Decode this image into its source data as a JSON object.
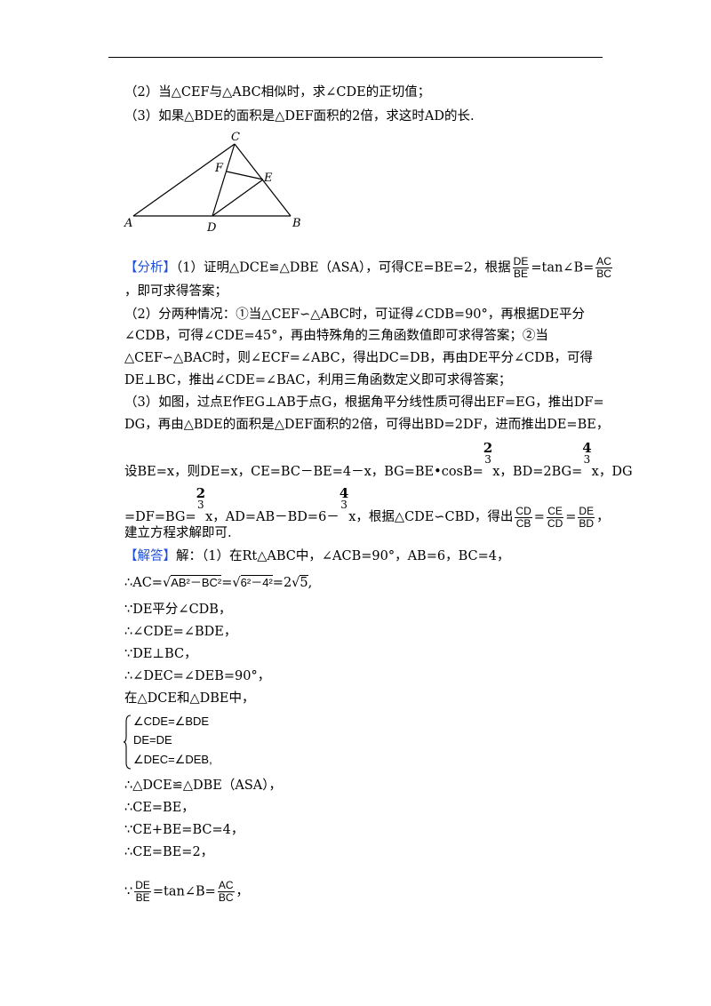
{
  "q2": "（2）当△CEF与△ABC相似时，求∠CDE的正切值；",
  "q3": "（3）如果△BDE的面积是△DEF面积的2倍，求这时AD的长.",
  "figure": {
    "labels": {
      "C": "C",
      "F": "F",
      "E": "E",
      "A": "A",
      "D": "D",
      "B": "B"
    }
  },
  "analysis": {
    "tag": "【分析】",
    "p1_a": "（1）证明△DCE≌△DBE（ASA），可得CE=BE=2，根据",
    "p1_frac1_num": "DE",
    "p1_frac1_den": "BE",
    "p1_mid": "=tan∠B=",
    "p1_frac2_num": "AC",
    "p1_frac2_den": "BC",
    "p1_b": "，即可求得答案；",
    "p2_l1": "（2）分两种情况：①当△CEF∽△ABC时，可证得∠CDB=90°，再根据DE平分",
    "p2_l2": "∠CDB，可得∠CDE=45°，再由特殊角的三角函数值即可求得答案；②当",
    "p2_l3": "△CEF∽△BAC时，则∠ECF=∠ABC，得出DC=DB，再由DE平分∠CDB，可得",
    "p2_l4": "DE⊥BC，推出∠CDE=∠BAC，利用三角函数定义即可求得答案；",
    "p3_l1": "（3）如图，过点E作EG⊥AB于点G，根据角平分线性质可得出EF=EG，推出DF=",
    "p3_l2": "DG，再由△BDE的面积是△DEF面积的2倍，可得出BD=2DF，进而推出DE=BE，",
    "p3_l3_a": "设BE=x，则DE=x，CE=BC－BE=4－x，BG=BE•cosB=",
    "p3_l3_f1_num": "2",
    "p3_l3_f1_den": "3",
    "p3_l3_b": "x，BD=2BG=",
    "p3_l3_f2_num": "4",
    "p3_l3_f2_den": "3",
    "p3_l3_c": "x，DG",
    "p3_l4_a": "=DF=BG=",
    "p3_l4_f1_num": "2",
    "p3_l4_f1_den": "3",
    "p3_l4_b": "x，AD=AB－BD=6－",
    "p3_l4_f2_num": "4",
    "p3_l4_f2_den": "3",
    "p3_l4_c": "x，根据△CDE∽CBD，得出",
    "p3_l4_fa_num": "CD",
    "p3_l4_fa_den": "CB",
    "p3_l4_fb_num": "CE",
    "p3_l4_fb_den": "CD",
    "p3_l4_fc_num": "DE",
    "p3_l4_fc_den": "BD",
    "p3_l4_eq1": "=",
    "p3_l4_eq2": "=",
    "p3_l4_end": "，",
    "p3_l5": "建立方程求解即可."
  },
  "solution": {
    "tag": "【解答】",
    "l1": "解：（1）在Rt△ABC中，∠ACB=90°，AB=6，BC=4，",
    "l2_a": "∴AC=",
    "l2_sqrt1": "AB²－BC²",
    "l2_eq": "=",
    "l2_sqrt2": "6²－4²",
    "l2_c": "=2",
    "l2_sqrt3": "5",
    "l2_end": ",",
    "l3": "∵DE平分∠CDB，",
    "l4": "∴∠CDE=∠BDE，",
    "l5": "∵DE⊥BC，",
    "l6": "∴∠DEC=∠DEB=90°，",
    "l7": "在△DCE和△DBE中，",
    "brace_1": "∠CDE=∠BDE",
    "brace_2": "DE=DE",
    "brace_3": "∠DEC=∠DEB,",
    "l8": "∴△DCE≌△DBE（ASA），",
    "l9": "∴CE=BE，",
    "l10": "∵CE+BE=BC=4，",
    "l11": "∴CE=BE=2，",
    "l12_a": "∵",
    "l12_f1_num": "DE",
    "l12_f1_den": "BE",
    "l12_mid": "=tan∠B=",
    "l12_f2_num": "AC",
    "l12_f2_den": "BC",
    "l12_end": "，"
  }
}
